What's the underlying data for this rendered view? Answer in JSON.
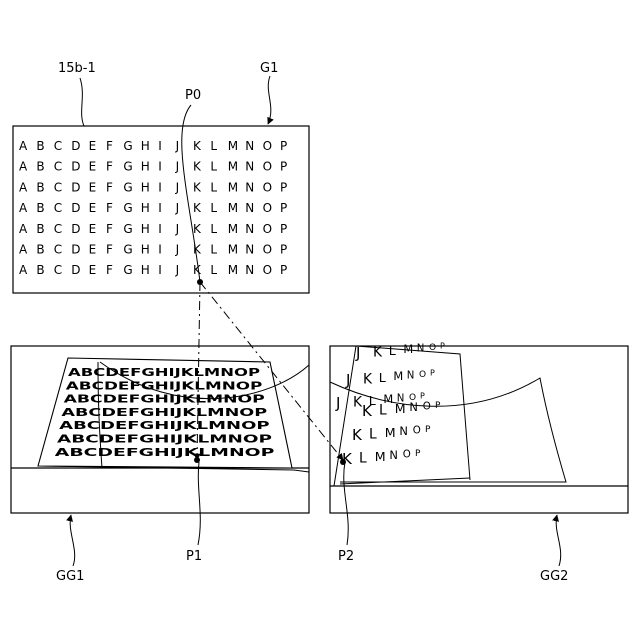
{
  "labels": {
    "doc_ref": "15b-1",
    "g1": "G1",
    "p0": "P0",
    "p1": "P1",
    "p2": "P2",
    "gg1": "GG1",
    "gg2": "GG2"
  },
  "document": {
    "letters": [
      "A",
      "B",
      "C",
      "D",
      "E",
      "F",
      "G",
      "H",
      "I",
      "J",
      "K",
      "L",
      "M",
      "N",
      "O",
      "P"
    ],
    "row_count": 7
  },
  "image_gg1": {
    "line_text": "ABCDEFGHIJKLMNOP",
    "row_count": 7
  },
  "image_gg2": {
    "rows": [
      [
        "J",
        "K",
        "L",
        "M",
        "N",
        "O",
        "P"
      ],
      [
        "J",
        "K",
        "L",
        "M",
        "N",
        "O",
        "P"
      ],
      [
        "J",
        "K",
        "L",
        "M",
        "N",
        "O",
        "P"
      ],
      [
        "K",
        "L",
        "M",
        "N",
        "O",
        "P"
      ],
      [
        "K",
        "L",
        "M",
        "N",
        "O",
        "P"
      ],
      [
        "K",
        "L",
        "M",
        "N",
        "O",
        "P"
      ]
    ]
  }
}
